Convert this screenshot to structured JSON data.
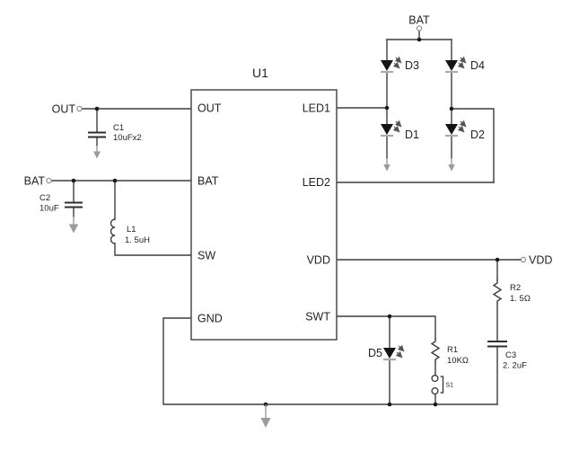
{
  "ic": {
    "designator": "U1",
    "pins": {
      "out": "OUT",
      "bat": "BAT",
      "sw": "SW",
      "gnd": "GND",
      "led1": "LED1",
      "led2": "LED2",
      "vdd": "VDD",
      "swt": "SWT"
    }
  },
  "terminals": {
    "out": "OUT",
    "bat_left": "BAT",
    "bat_top": "BAT",
    "vdd": "VDD"
  },
  "components": {
    "c1": {
      "ref": "C1",
      "value": "10uFx2"
    },
    "c2": {
      "ref": "C2",
      "value": "10uF"
    },
    "l1": {
      "ref": "L1",
      "value": "1. 5uH"
    },
    "r1": {
      "ref": "R1",
      "value": "10KΩ"
    },
    "r2": {
      "ref": "R2",
      "value": "1. 5Ω"
    },
    "c3": {
      "ref": "C3",
      "value": "2. 2uF"
    },
    "d1": {
      "ref": "D1"
    },
    "d2": {
      "ref": "D2"
    },
    "d3": {
      "ref": "D3"
    },
    "d4": {
      "ref": "D4"
    },
    "d5": {
      "ref": "D5"
    },
    "s1": {
      "ref": "S1"
    }
  },
  "colors": {
    "wire": "#3d3d3d",
    "ground": "#9b9b9b",
    "text": "#232323",
    "led_fill": "#141414"
  }
}
